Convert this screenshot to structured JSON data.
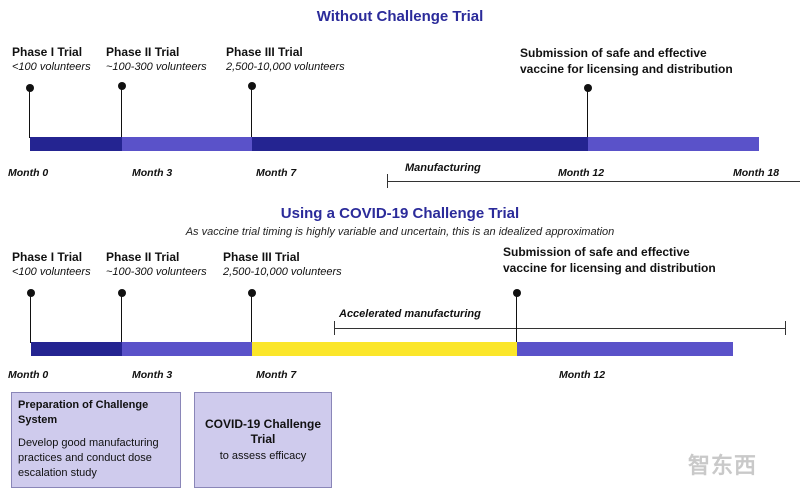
{
  "top": {
    "title": "Without Challenge Trial",
    "phases": [
      {
        "name": "Phase I Trial",
        "volunteers": "<100 volunteers"
      },
      {
        "name": "Phase II Trial",
        "volunteers": "~100-300 volunteers"
      },
      {
        "name": "Phase III Trial",
        "volunteers": "2,500-10,000 volunteers"
      }
    ],
    "submission_line1": "Submission of safe and effective",
    "submission_line2": "vaccine for licensing and distribution",
    "months": [
      "Month 0",
      "Month 3",
      "Month 7",
      "Month 12",
      "Month 18"
    ],
    "manufacturing": "Manufacturing"
  },
  "bottom": {
    "title": "Using a COVID-19 Challenge Trial",
    "subtitle": "As vaccine trial timing is highly variable and uncertain, this is an idealized approximation",
    "phases": [
      {
        "name": "Phase I Trial",
        "volunteers": "<100 volunteers"
      },
      {
        "name": "Phase II Trial",
        "volunteers": "~100-300 volunteers"
      },
      {
        "name": "Phase III Trial",
        "volunteers": "2,500-10,000 volunteers"
      }
    ],
    "submission_line1": "Submission of safe and effective",
    "submission_line2": "vaccine for licensing and distribution",
    "months": [
      "Month 0",
      "Month 3",
      "Month 7",
      "Month 12"
    ],
    "manufacturing": "Accelerated manufacturing",
    "box1": {
      "title": "Preparation of Challenge System",
      "body": "Develop good manufacturing practices and conduct dose escalation study"
    },
    "box2": {
      "title": "COVID-19 Challenge Trial",
      "body": "to assess efficacy"
    }
  },
  "colors": {
    "dark_blue": "#242491",
    "medium_blue": "#5a52c9",
    "yellow": "#fbe62a",
    "title_blue": "#2b2b9a",
    "box_fill": "#cfcbed"
  },
  "watermark": "智东西"
}
